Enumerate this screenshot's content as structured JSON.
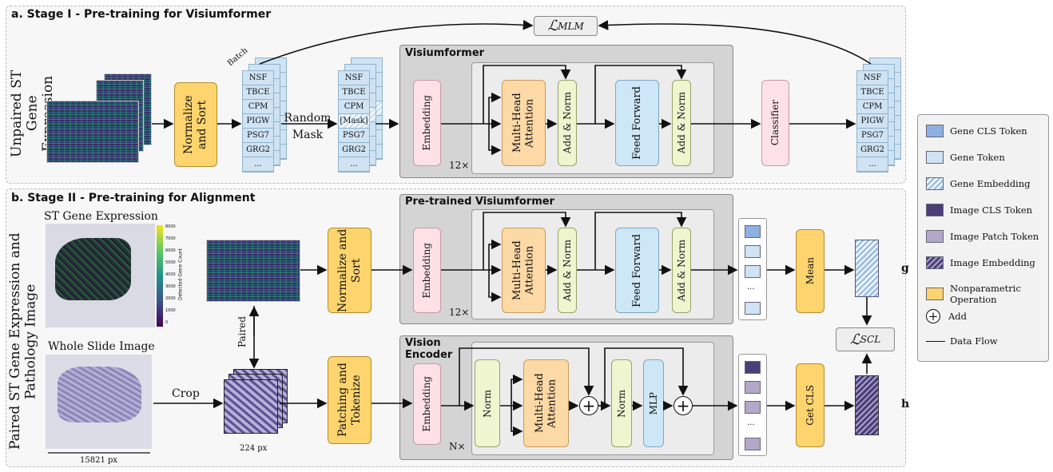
{
  "stage1": {
    "title": "a. Stage I - Pre-training for Visiumformer",
    "side_label": "Unpaired ST Gene Expression",
    "normalize": "Normalize and Sort",
    "batch": "Batch",
    "random_mask": "Random Mask",
    "module": "Visiumformer",
    "embedding": "Embedding",
    "mha": "Multi-Head Attention",
    "addnorm": "Add & Norm",
    "ff": "Feed Forward",
    "repeat": "12×",
    "classifier": "Classifier",
    "loss": "ℒ",
    "loss_sub": "MLM",
    "tokens": [
      "NSF",
      "TBCE",
      "CPM",
      "PIGW",
      "PSG7",
      "GRG2",
      "..."
    ],
    "masked_tokens": [
      "NSF",
      "TBCE",
      "CPM",
      "[Mask]",
      "PSG7",
      "GRG2",
      "..."
    ]
  },
  "stage2": {
    "title": "b. Stage II - Pre-training for Alignment",
    "side_label": "Paired ST Gene Expression and Pathology Image",
    "st_label": "ST Gene Expression",
    "colorbar_label": "Detected Gene Count",
    "colorbar_ticks": [
      "8000",
      "7000",
      "6000",
      "5000",
      "4000",
      "3000",
      "2000",
      "1000",
      "0"
    ],
    "wsi_label": "Whole Slide Image",
    "wsi_size": "15821 px",
    "paired": "Paired",
    "crop": "Crop",
    "patch_size": "224 px",
    "normalize": "Normalize and Sort",
    "patching": "Patching and Tokenize",
    "module1": "Pre-trained Visiumformer",
    "module2": "Vision Encoder",
    "embedding": "Embedding",
    "mha": "Multi-Head Attention",
    "addnorm": "Add & Norm",
    "ff": "Feed Forward",
    "repeat1": "12×",
    "repeat2": "N×",
    "norm": "Norm",
    "mlp": "MLP",
    "plus": "+",
    "ellipsis": "...",
    "mean": "Mean",
    "getcls": "Get CLS",
    "g": "g",
    "h": "h",
    "loss": "ℒ",
    "loss_sub": "SCL"
  },
  "legend": [
    {
      "label": "Gene CLS Token",
      "color": "#8fb0e0"
    },
    {
      "label": "Gene Token",
      "color": "#cfe3f3"
    },
    {
      "label": "Gene Embedding",
      "color": "hatch-blue"
    },
    {
      "label": "Image CLS Token",
      "color": "#4a3f78"
    },
    {
      "label": "Image Patch Token",
      "color": "#b3a8c8"
    },
    {
      "label": "Image Embedding",
      "color": "hatch-purple"
    },
    {
      "label": "Nonparametric Operation",
      "color": "#fdd46e"
    },
    {
      "label": "Add",
      "color": "plus"
    },
    {
      "label": "Data Flow",
      "color": "arrow"
    }
  ]
}
